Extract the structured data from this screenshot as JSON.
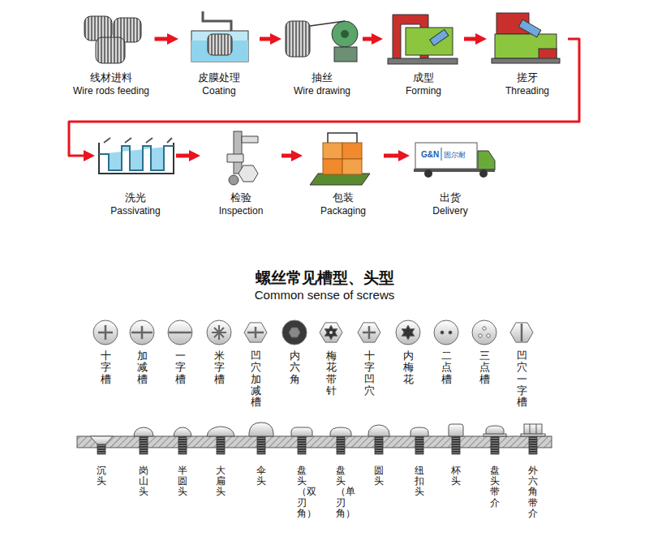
{
  "diagram": {
    "title": "螺丝常见槽型、头型",
    "nodes": [
      {
        "text": [
          "线材进料",
          "Wire rods feeding"
        ]
      },
      {
        "text": [
          "皮膜处理",
          "Coating"
        ]
      },
      {
        "text": [
          "抽丝",
          "Wire drawing"
        ]
      },
      {
        "text": [
          "成型",
          "Forming"
        ]
      },
      {
        "text": [
          "搓牙",
          "Threading"
        ]
      },
      {
        "text": [
          "洗光",
          "Passivating"
        ]
      },
      {
        "text": [
          "检验",
          "Inspection"
        ]
      },
      {
        "text": [
          "包装",
          "Packaging"
        ]
      },
      {
        "text": [
          "出货",
          "Delivery"
        ]
      }
    ],
    "edges": [
      {
        "from": 0,
        "to": 1,
        "arrow": "to"
      },
      {
        "from": 1,
        "to": 2,
        "arrow": "to"
      },
      {
        "from": 2,
        "to": 3,
        "arrow": "to"
      },
      {
        "from": 3,
        "to": 4,
        "arrow": "to"
      },
      {
        "from": 4,
        "to": 5,
        "arrow": "to"
      },
      {
        "from": 5,
        "to": 6,
        "arrow": "to"
      },
      {
        "from": 6,
        "to": 7,
        "arrow": "to"
      },
      {
        "from": 7,
        "to": 8,
        "arrow": "to"
      }
    ],
    "labels": [
      "G&N",
      "固尔耐",
      "Common sense of screws",
      "十字槽",
      "加减槽",
      "一字槽",
      "米字槽",
      "凹穴加减槽",
      "内六角",
      "梅花带针",
      "十字凹穴",
      "内梅花",
      "二点槽",
      "三点槽",
      "凹穴一字槽",
      "沉头",
      "岗山头",
      "半圆头",
      "大扁头",
      "伞头",
      "盘头（双刃角）",
      "盘头（单刃角）",
      "圆头",
      "纽扣头",
      "杯头",
      "盘头带介",
      "外六角带介"
    ]
  }
}
